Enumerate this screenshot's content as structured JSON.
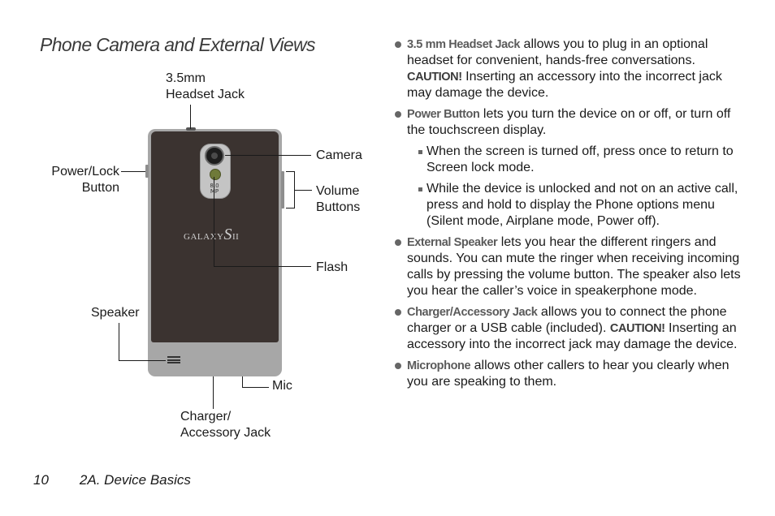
{
  "title": "Phone Camera and External Views",
  "figure": {
    "labels": {
      "headset_jack": [
        "3.5mm",
        "Headset Jack"
      ],
      "power_lock": [
        "Power/Lock",
        "Button"
      ],
      "camera": "Camera",
      "volume": [
        "Volume",
        "Buttons"
      ],
      "flash": "Flash",
      "speaker": "Speaker",
      "mic": "Mic",
      "charger": [
        "Charger/",
        "Accessory Jack"
      ]
    },
    "brand_prefix": "GALAXY",
    "brand_big": "S",
    "brand_suffix": "II",
    "camera_badge": "8.0 MP"
  },
  "bullets": [
    {
      "term": "3.5 mm Headset Jack",
      "text": " allows you to plug in an optional headset for convenient, hands-free conversations. ",
      "caution": "CAUTION!",
      "text2": " Inserting an accessory into the incorrect jack may damage the device."
    },
    {
      "term": "Power Button",
      "text": " lets you turn the device on or off, or turn off the touchscreen display.",
      "sub": [
        "When the screen is turned off, press once to return to Screen lock mode.",
        "While the device is unlocked and not on an active call, press and hold to display the Phone options menu (Silent mode, Airplane mode, Power off)."
      ]
    },
    {
      "term": "External Speaker",
      "text": " lets you hear the different ringers and sounds. You can mute the ringer when receiving incoming calls by pressing the volume button. The speaker also lets you hear the caller’s voice in speakerphone mode."
    },
    {
      "term": "Charger/Accessory Jack",
      "text": " allows you to connect the phone charger or a USB cable (included). ",
      "caution": "CAUTION!",
      "text2": " Inserting an accessory into the incorrect jack may damage the device."
    },
    {
      "term": "Microphone",
      "text": " allows other callers to hear you clearly when you are speaking to them."
    }
  ],
  "footer": {
    "page_number": "10",
    "section": "2A. Device Basics"
  }
}
